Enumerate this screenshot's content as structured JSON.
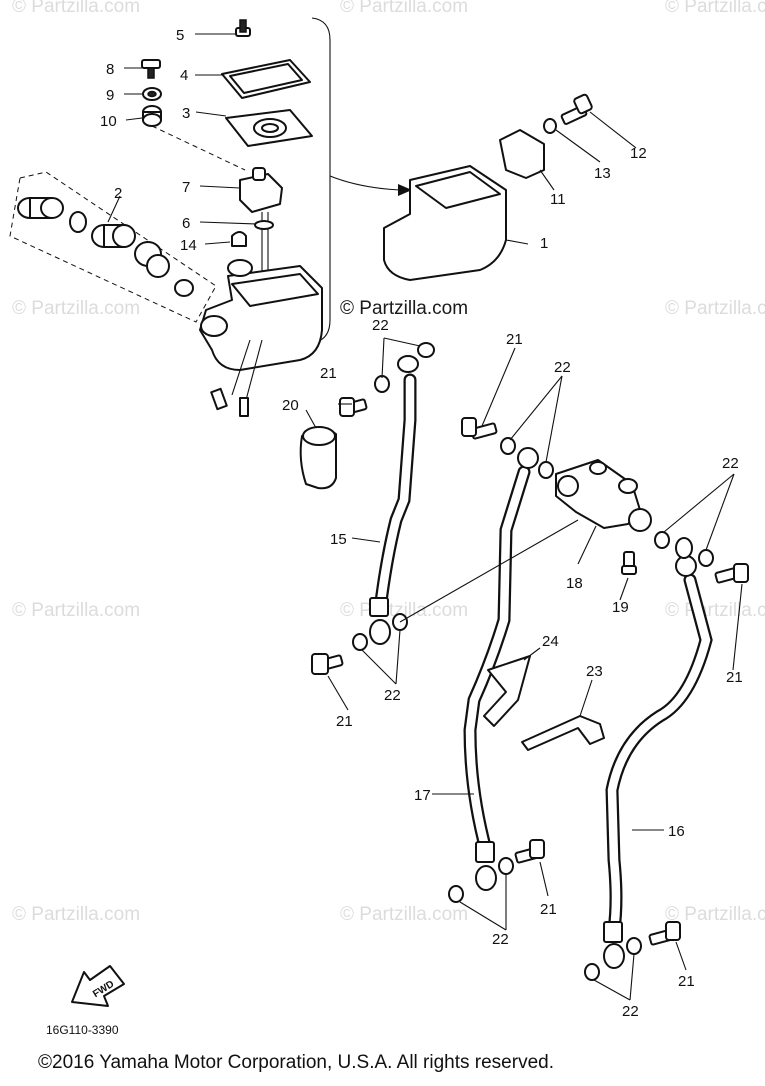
{
  "watermark": {
    "text": "© Partzilla.com"
  },
  "diagram_code": "16G110-3390",
  "fwd_label": "FWD",
  "copyright": "©2016  Yamaha Motor Corporation, U.S.A. All rights reserved.",
  "callouts": {
    "c1": "1",
    "c2": "2",
    "c3": "3",
    "c4": "4",
    "c5": "5",
    "c6": "6",
    "c7": "7",
    "c8": "8",
    "c9": "9",
    "c10": "10",
    "c11": "11",
    "c12": "12",
    "c13": "13",
    "c14": "14",
    "c15": "15",
    "c16": "16",
    "c17": "17",
    "c18": "18",
    "c19": "19",
    "c20": "20",
    "c21a": "21",
    "c21b": "21",
    "c21c": "21",
    "c21d": "21",
    "c21e": "21",
    "c21f": "21",
    "c22a": "22",
    "c22b": "22",
    "c22c": "22",
    "c22d": "22",
    "c22e": "22",
    "c22f": "22",
    "c23": "23",
    "c24": "24"
  }
}
